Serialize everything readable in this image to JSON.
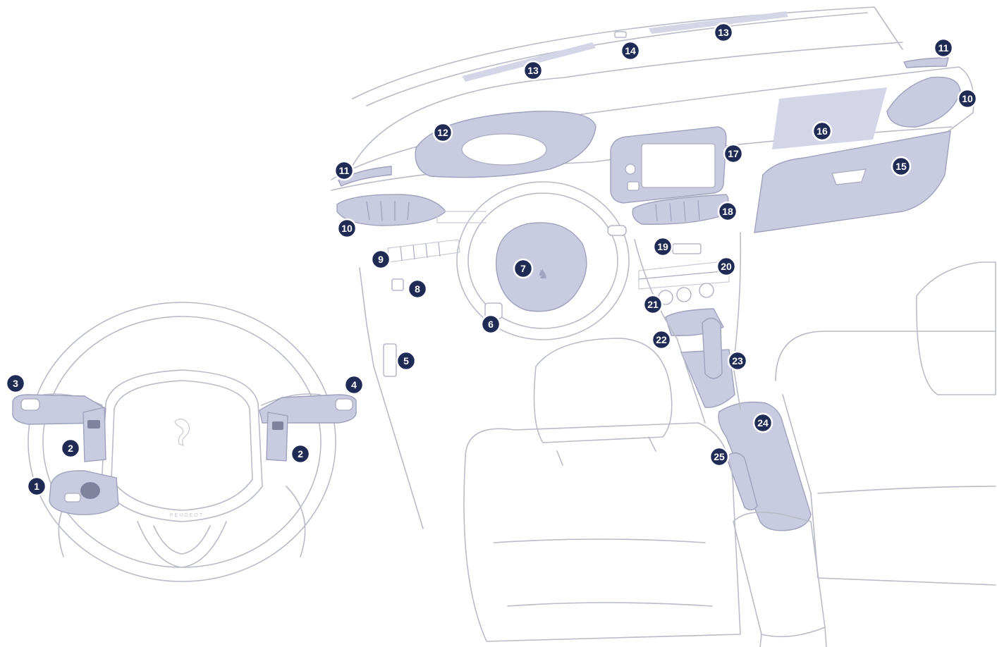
{
  "diagram": {
    "brand_text": "PEUGEOT",
    "callouts": [
      {
        "id": "1",
        "label": "1"
      },
      {
        "id": "2a",
        "label": "2"
      },
      {
        "id": "2b",
        "label": "2"
      },
      {
        "id": "3",
        "label": "3"
      },
      {
        "id": "4",
        "label": "4"
      },
      {
        "id": "5",
        "label": "5"
      },
      {
        "id": "6",
        "label": "6"
      },
      {
        "id": "7",
        "label": "7"
      },
      {
        "id": "8",
        "label": "8"
      },
      {
        "id": "9",
        "label": "9"
      },
      {
        "id": "10a",
        "label": "10"
      },
      {
        "id": "10b",
        "label": "10"
      },
      {
        "id": "11a",
        "label": "11"
      },
      {
        "id": "11b",
        "label": "11"
      },
      {
        "id": "12",
        "label": "12"
      },
      {
        "id": "13a",
        "label": "13"
      },
      {
        "id": "13b",
        "label": "13"
      },
      {
        "id": "14",
        "label": "14"
      },
      {
        "id": "15",
        "label": "15"
      },
      {
        "id": "16",
        "label": "16"
      },
      {
        "id": "17",
        "label": "17"
      },
      {
        "id": "18",
        "label": "18"
      },
      {
        "id": "19",
        "label": "19"
      },
      {
        "id": "20",
        "label": "20"
      },
      {
        "id": "21",
        "label": "21"
      },
      {
        "id": "22",
        "label": "22"
      },
      {
        "id": "23",
        "label": "23"
      },
      {
        "id": "24",
        "label": "24"
      },
      {
        "id": "25",
        "label": "25"
      }
    ]
  },
  "colors": {
    "badge": "#1f2a55",
    "highlight": "#c9cbe0",
    "outline": "#b9bcc8"
  }
}
